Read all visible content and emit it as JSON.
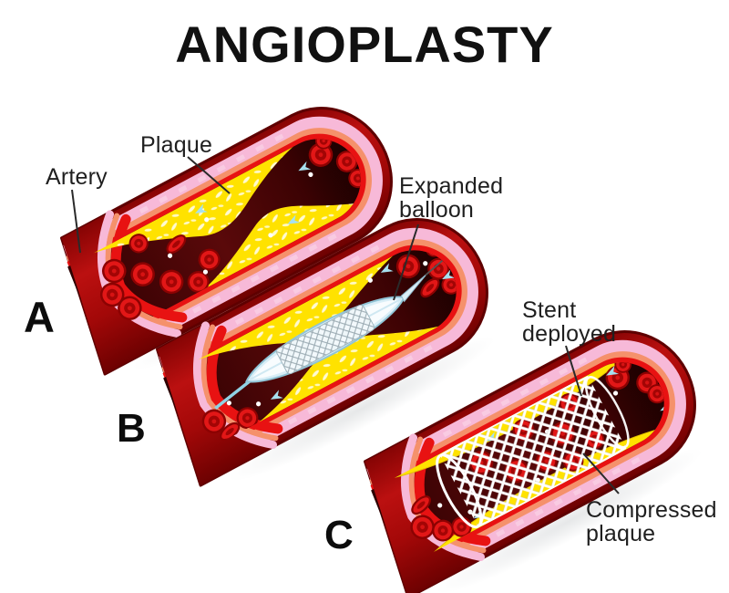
{
  "title": "ANGIOPLASTY",
  "sections": [
    "A",
    "B",
    "C"
  ],
  "labels": {
    "artery": "Artery",
    "plaque": "Plaque",
    "balloon": "Expanded\nballoon",
    "stent": "Stent\ndeployed",
    "compressed": "Compressed\nplaque"
  },
  "colors": {
    "background": "#ffffff",
    "title_text": "#111111",
    "label_text": "#1f1f1f",
    "artery_red": "#bb1010",
    "artery_outline": "#5e0000",
    "wall_pink": "#f7b9d8",
    "wall_salmon": "#f5916b",
    "lining_red": "#e81212",
    "lumen_dark": "#3a0203",
    "blood_cell_red": "#e21717",
    "plaque_yellow": "#ffe200",
    "balloon_blue": "#d9eef7",
    "guidewire_cyan": "#8fd2e4",
    "stent_white": "#ffffff",
    "flow_marker_cyan": "#a6e0ef"
  }
}
